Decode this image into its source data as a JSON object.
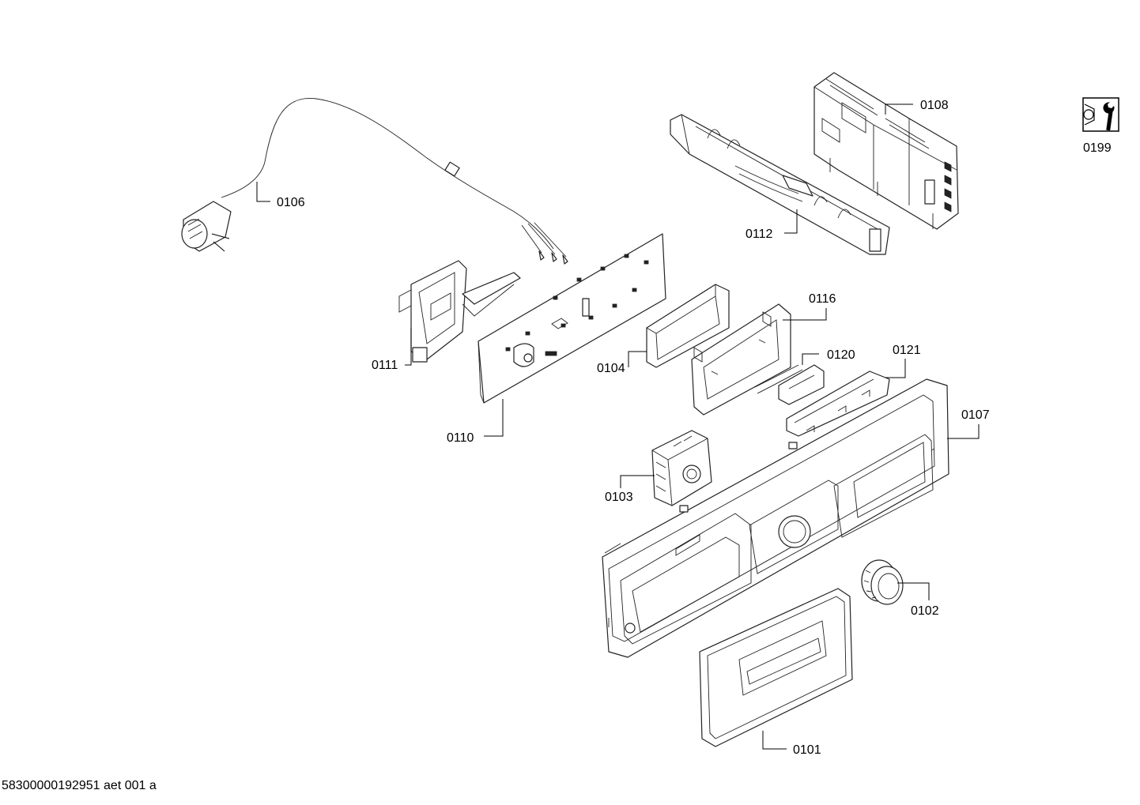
{
  "diagram": {
    "footer_code": "58300000192951 aet 001 a",
    "service_icon": {
      "icon": "wrench-tool-icon",
      "label": "0199"
    },
    "parts": [
      {
        "id": "p0106",
        "label": "0106",
        "name": "power-cord"
      },
      {
        "id": "p0108",
        "label": "0108",
        "name": "control-module-board"
      },
      {
        "id": "p0112",
        "label": "0112",
        "name": "module-holder"
      },
      {
        "id": "p0111",
        "label": "0111",
        "name": "mounting-bracket"
      },
      {
        "id": "p0110",
        "label": "0110",
        "name": "printed-circuit-board"
      },
      {
        "id": "p0104",
        "label": "0104",
        "name": "display-window"
      },
      {
        "id": "p0116",
        "label": "0116",
        "name": "display-frame"
      },
      {
        "id": "p0120",
        "label": "0120",
        "name": "wire-harness-sensor"
      },
      {
        "id": "p0121",
        "label": "0121",
        "name": "button-strip"
      },
      {
        "id": "p0107",
        "label": "0107",
        "name": "control-panel-facia"
      },
      {
        "id": "p0103",
        "label": "0103",
        "name": "program-selector-switch"
      },
      {
        "id": "p0102",
        "label": "0102",
        "name": "selector-knob"
      },
      {
        "id": "p0101",
        "label": "0101",
        "name": "detergent-drawer-handle"
      }
    ]
  }
}
